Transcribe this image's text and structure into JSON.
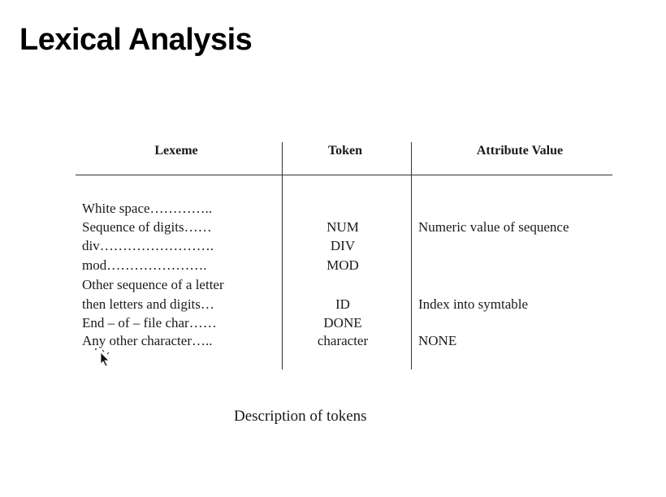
{
  "slide": {
    "title": "Lexical Analysis",
    "caption": "Description of tokens"
  },
  "table": {
    "headers": [
      "Lexeme",
      "Token",
      "Attribute Value"
    ],
    "rows": [
      {
        "lexeme": "White space…………..",
        "token": "",
        "attribute": ""
      },
      {
        "lexeme": "Sequence of digits……",
        "token": "NUM",
        "attribute": "Numeric value of sequence"
      },
      {
        "lexeme": "div…………………….",
        "token": "DIV",
        "attribute": ""
      },
      {
        "lexeme": "mod………………….",
        "token": "MOD",
        "attribute": ""
      },
      {
        "lexeme": "Other sequence of a letter",
        "token": "",
        "attribute": ""
      },
      {
        "lexeme": "then letters and digits…",
        "token": "ID",
        "attribute": "Index into symtable"
      },
      {
        "lexeme": "End – of – file char……",
        "token": "DONE",
        "attribute": ""
      },
      {
        "lexeme": "Any other character…..",
        "token": "character",
        "attribute": "NONE"
      }
    ]
  },
  "icons": {
    "cursor": "mouse-cursor-icon"
  }
}
